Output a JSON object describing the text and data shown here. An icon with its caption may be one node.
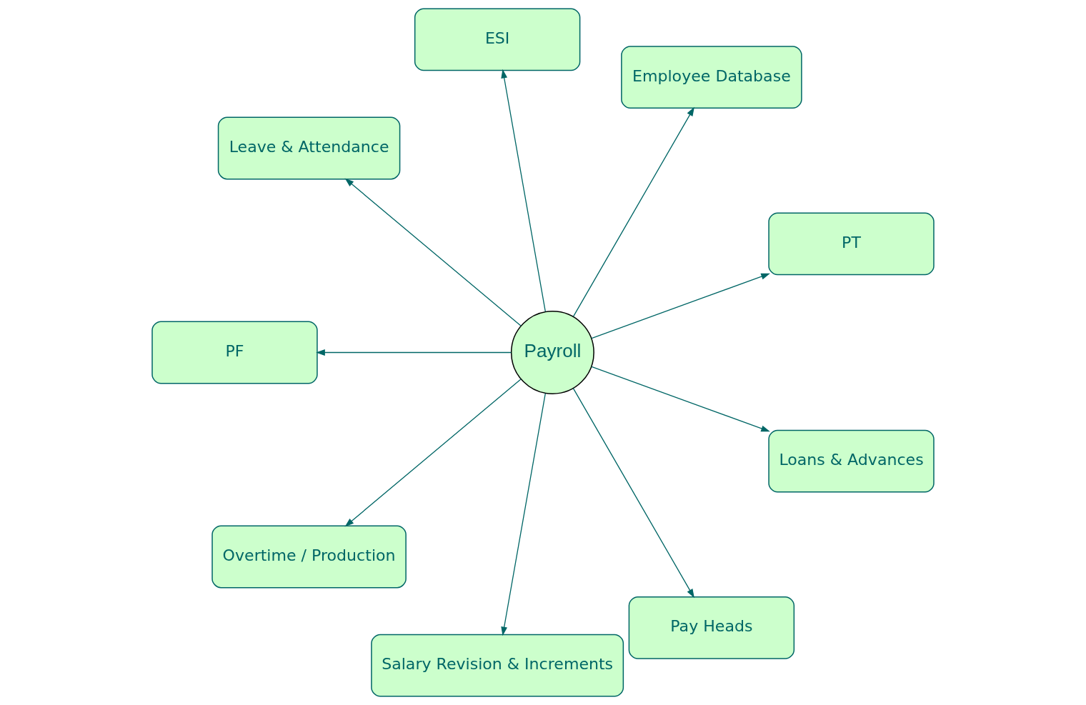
{
  "diagram": {
    "nodes": [
      {
        "text": [
          "Payroll"
        ]
      },
      {
        "text": [
          "PT"
        ]
      },
      {
        "text": [
          "Employee Database"
        ]
      },
      {
        "text": [
          "ESI"
        ]
      },
      {
        "text": [
          "Leave & Attendance"
        ]
      },
      {
        "text": [
          "PF"
        ]
      },
      {
        "text": [
          "Overtime / Production"
        ]
      },
      {
        "text": [
          "Salary Revision & Increments"
        ]
      },
      {
        "text": [
          "Pay Heads"
        ]
      },
      {
        "text": [
          "Loans & Advances"
        ]
      }
    ],
    "edges": [
      {
        "from": 0,
        "to": 1,
        "arrow": "to"
      },
      {
        "from": 0,
        "to": 2,
        "arrow": "to"
      },
      {
        "from": 0,
        "to": 3,
        "arrow": "to"
      },
      {
        "from": 0,
        "to": 4,
        "arrow": "to"
      },
      {
        "from": 0,
        "to": 5,
        "arrow": "to"
      },
      {
        "from": 0,
        "to": 6,
        "arrow": "to"
      },
      {
        "from": 0,
        "to": 7,
        "arrow": "to"
      },
      {
        "from": 0,
        "to": 8,
        "arrow": "to"
      },
      {
        "from": 0,
        "to": 9,
        "arrow": "to"
      }
    ]
  }
}
